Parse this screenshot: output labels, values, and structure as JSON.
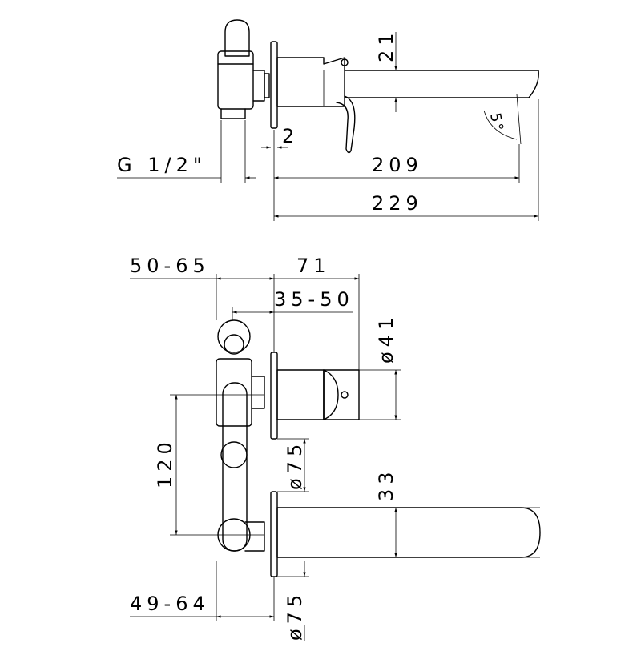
{
  "colors": {
    "line": "#000000",
    "background": "#ffffff"
  },
  "side_view": {
    "thread": "G 1/2\"",
    "dim_height": "21",
    "dim_gap": "2",
    "dim_reach": "209",
    "dim_length": "229",
    "dim_angle": "5°"
  },
  "plan_view": {
    "dim_wall_top": "50-65",
    "dim_body": "71",
    "dim_body_depth": "35-50",
    "dim_handle_dia": "ø41",
    "dim_centers": "120",
    "dim_rosette_upper": "ø75",
    "dim_spout": "33",
    "dim_wall_bottom": "49-64",
    "dim_rosette_lower": "ø75"
  }
}
